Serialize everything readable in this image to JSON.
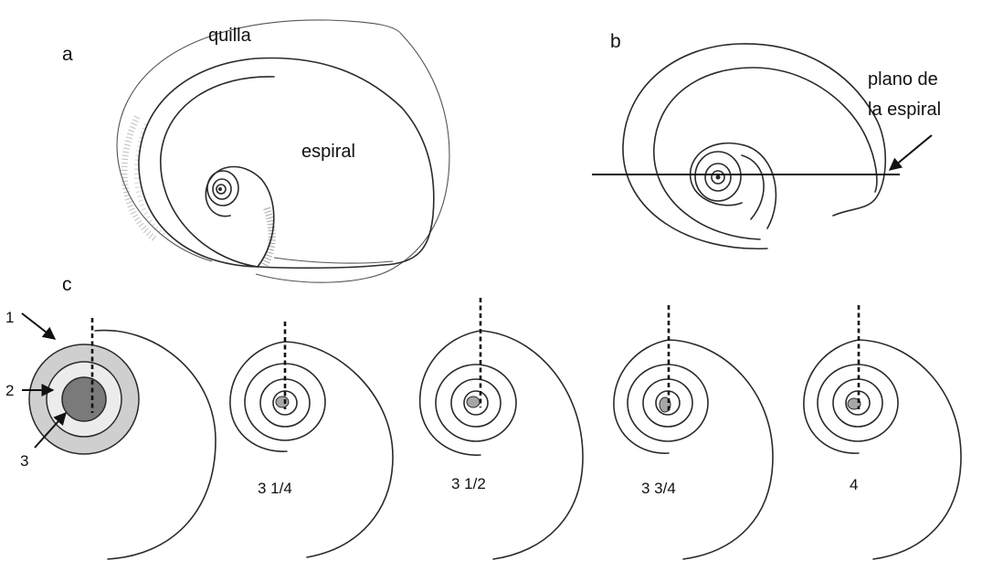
{
  "panels": {
    "a": {
      "letter": "a",
      "keel_label": "quilla",
      "spiral_label": "espiral"
    },
    "b": {
      "letter": "b",
      "plane_label_line1": "plano de",
      "plane_label_line2": "la espiral"
    },
    "c": {
      "letter": "c",
      "callouts": [
        "1",
        "2",
        "3"
      ],
      "spirals": [
        {
          "turns": "3 1/4"
        },
        {
          "turns": "3 1/2"
        },
        {
          "turns": "3 3/4"
        },
        {
          "turns": "4"
        }
      ]
    }
  },
  "colors": {
    "ink": "#2a2a2a",
    "zone1": "#cfcfcf",
    "zone2": "#ececec",
    "zone3": "#7a7a7a",
    "nucleus": "#a6a6a6"
  }
}
